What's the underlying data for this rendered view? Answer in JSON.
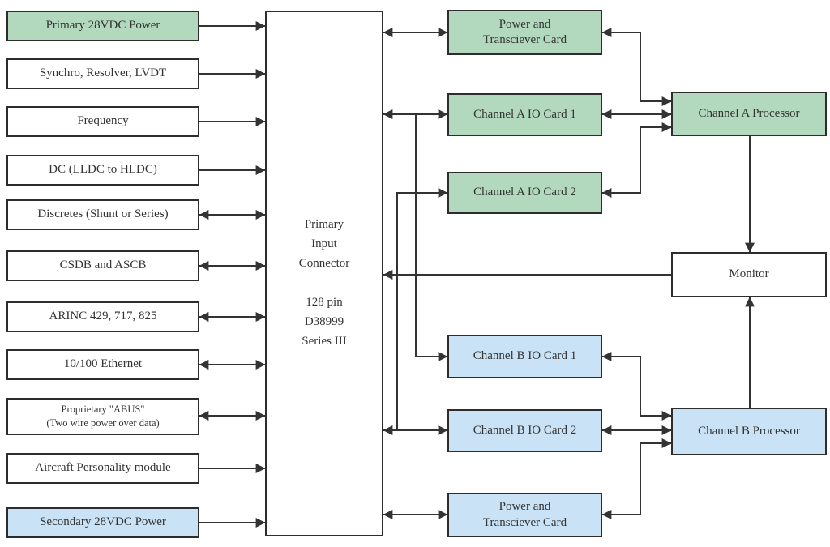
{
  "colors": {
    "card_green": "#b2d8bd",
    "card_blue": "#c9e2f5",
    "box_border": "#2d2d2d",
    "wire": "#333333",
    "background": "#ffffff"
  },
  "inputs": [
    {
      "label": "Primary 28VDC Power",
      "fill": "green",
      "arrow": "to-connector"
    },
    {
      "label": "Synchro, Resolver, LVDT",
      "fill": "white",
      "arrow": "to-connector"
    },
    {
      "label": "Frequency",
      "fill": "white",
      "arrow": "to-connector"
    },
    {
      "label": "DC (LLDC to HLDC)",
      "fill": "white",
      "arrow": "to-connector"
    },
    {
      "label": "Discretes (Shunt or Series)",
      "fill": "white",
      "arrow": "bidirectional"
    },
    {
      "label": "CSDB and ASCB",
      "fill": "white",
      "arrow": "bidirectional"
    },
    {
      "label": "ARINC 429, 717, 825",
      "fill": "white",
      "arrow": "bidirectional"
    },
    {
      "label": "10/100 Ethernet",
      "fill": "white",
      "arrow": "bidirectional"
    },
    {
      "label": "Proprietary \"ABUS\"",
      "label2": "(Two wire power over data)",
      "fill": "white",
      "arrow": "bidirectional"
    },
    {
      "label": "Aircraft Personality module",
      "fill": "white",
      "arrow": "to-connector"
    },
    {
      "label": "Secondary 28VDC Power",
      "fill": "blue",
      "arrow": "to-connector"
    }
  ],
  "connector": {
    "name_lines": [
      "Primary",
      "Input",
      "Connector"
    ],
    "spec_lines": [
      "128 pin",
      "D38999",
      "Series III"
    ]
  },
  "cards": [
    {
      "line1": "Power and",
      "line2": "Transciever Card",
      "fill": "green"
    },
    {
      "label": "Channel A IO Card 1",
      "fill": "green"
    },
    {
      "label": "Channel A IO Card 2",
      "fill": "green"
    },
    {
      "label": "Channel B IO Card 1",
      "fill": "blue"
    },
    {
      "label": "Channel B IO Card 2",
      "fill": "blue"
    },
    {
      "line1": "Power and",
      "line2": "Transciever Card",
      "fill": "blue"
    }
  ],
  "processors": {
    "channel_a": {
      "label": "Channel A Processor",
      "fill": "green"
    },
    "channel_b": {
      "label": "Channel B Processor",
      "fill": "blue"
    }
  },
  "monitor": {
    "label": "Monitor",
    "fill": "white"
  }
}
